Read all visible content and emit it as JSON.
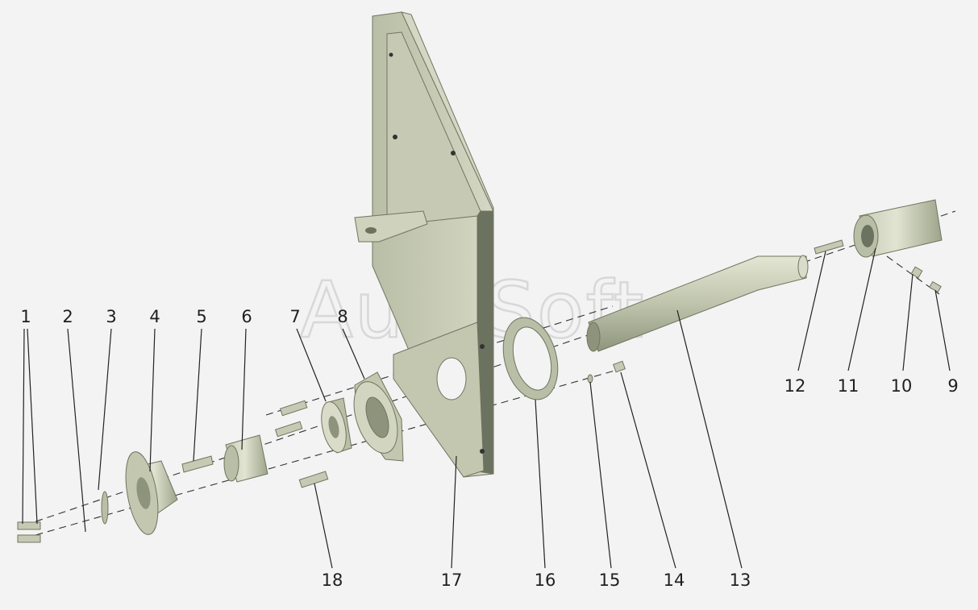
{
  "watermark": "AutoSoft",
  "callouts": [
    {
      "id": "1",
      "label": "1"
    },
    {
      "id": "2",
      "label": "2"
    },
    {
      "id": "3",
      "label": "3"
    },
    {
      "id": "4",
      "label": "4"
    },
    {
      "id": "5",
      "label": "5"
    },
    {
      "id": "6",
      "label": "6"
    },
    {
      "id": "7",
      "label": "7"
    },
    {
      "id": "8",
      "label": "8"
    },
    {
      "id": "9",
      "label": "9"
    },
    {
      "id": "10",
      "label": "10"
    },
    {
      "id": "11",
      "label": "11"
    },
    {
      "id": "12",
      "label": "12"
    },
    {
      "id": "13",
      "label": "13"
    },
    {
      "id": "14",
      "label": "14"
    },
    {
      "id": "15",
      "label": "15"
    },
    {
      "id": "16",
      "label": "16"
    },
    {
      "id": "17",
      "label": "17"
    },
    {
      "id": "18",
      "label": "18"
    }
  ],
  "colors": {
    "background": "#f3f3f3",
    "part_light": "#d9dcc8",
    "part_mid": "#b9bea6",
    "part_dark": "#8e947c",
    "part_shadow": "#6c7260"
  }
}
